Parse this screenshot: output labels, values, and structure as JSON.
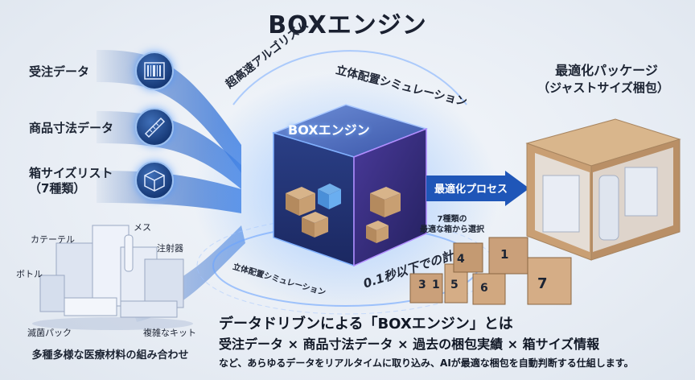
{
  "title": "BOXエンジン",
  "inputs": [
    {
      "label": "受注データ",
      "icon": "barcode-icon"
    },
    {
      "label": "商品寸法データ",
      "icon": "ruler-icon"
    },
    {
      "label": "箱サイズリスト\n（7種類）",
      "icon": "box-icon"
    }
  ],
  "arc_labels": {
    "top_left": "超高速アルゴリズム",
    "top_right": "立体配置シミュレーション",
    "bottom_left": "立体配置シミュレーション",
    "bottom_right": "0.1秒以下での計算"
  },
  "cube": {
    "label": "BOXエンジン",
    "side_note": "7種類の\n最適な箱から選択"
  },
  "process_arrow": "最適化プロセス",
  "output": {
    "title_line1": "最適化パッケージ",
    "title_line2": "（ジャストサイズ梱包）"
  },
  "materials": {
    "items": [
      "カテーテル",
      "メス",
      "注射器",
      "ボトル",
      "滅菌パック",
      "複雑なキット"
    ],
    "caption": "多種多様な医療材料の組み合わせ"
  },
  "box_numbers": [
    "1",
    "3",
    "4",
    "5",
    "6",
    "7",
    "1"
  ],
  "bottom": {
    "heading": "データドリブンによる「BOXエンジン」とは",
    "formula": "受注データ × 商品寸法データ × 過去の梱包実績 × 箱サイズ情報",
    "description": "など、あらゆるデータをリアルタイムに取り込み、AIが最適な梱包を自動判断する仕組します。"
  },
  "colors": {
    "accent": "#2f6fd6",
    "dark_blue": "#173a78",
    "box_brown": "#c9a27a"
  }
}
